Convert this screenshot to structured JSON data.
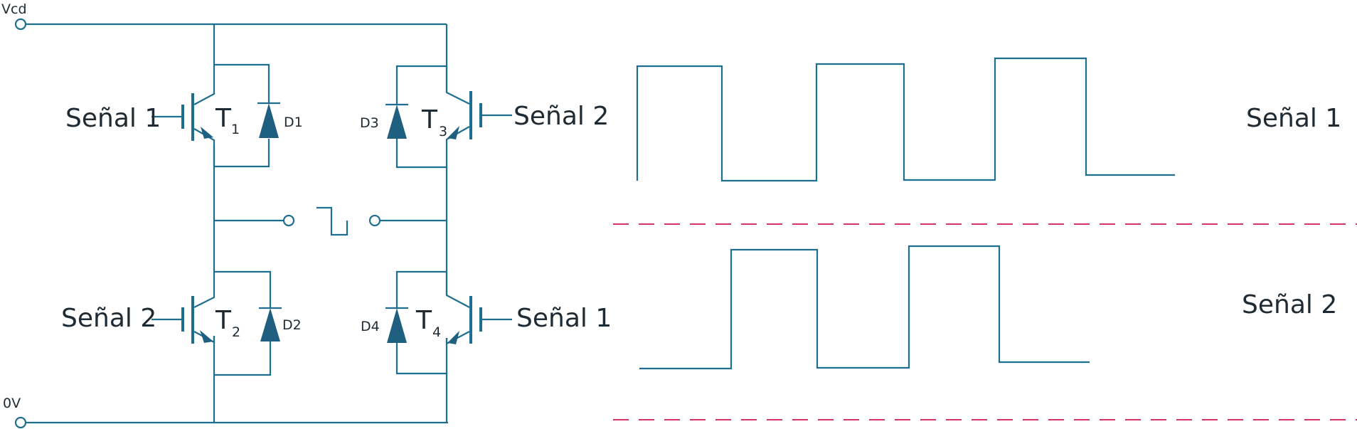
{
  "circuit": {
    "supply_label": "Vcd",
    "ground_label": "0V",
    "transistors": [
      {
        "letter": "T",
        "sub": "1"
      },
      {
        "letter": "T",
        "sub": "2"
      },
      {
        "letter": "T",
        "sub": "3"
      },
      {
        "letter": "T",
        "sub": "4"
      }
    ],
    "diodes": [
      "D1",
      "D2",
      "D3",
      "D4"
    ],
    "gate_labels": {
      "t1": "Señal 1",
      "t2": "Señal 2",
      "t3": "Señal 2",
      "t4": "Señal 1"
    }
  },
  "waveforms": {
    "signal1_label": "Señal 1",
    "signal2_label": "Señal 2"
  },
  "colors": {
    "wire": "#1e6f8f",
    "diode_fill": "#1f5f7f",
    "divider": "#d6336c",
    "text": "#1f2a33"
  }
}
